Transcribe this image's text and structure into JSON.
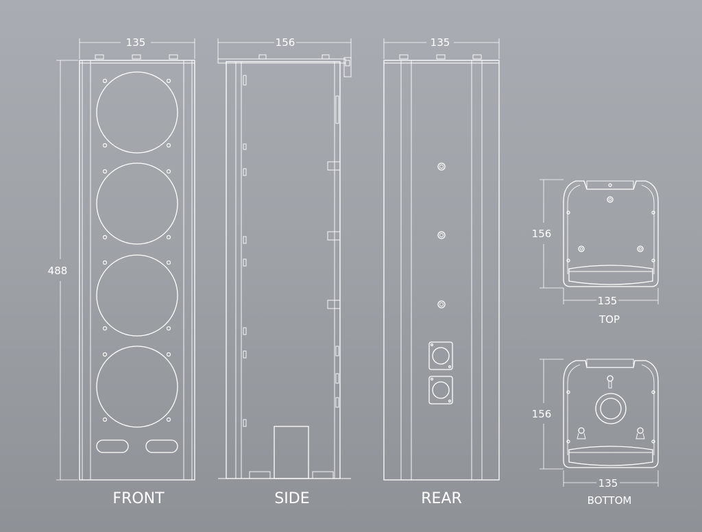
{
  "views": {
    "front": {
      "label": "FRONT",
      "width": "135",
      "height": "488"
    },
    "side": {
      "label": "SIDE",
      "width": "156"
    },
    "rear": {
      "label": "REAR",
      "width": "135"
    },
    "top": {
      "label": "TOP",
      "width": "135",
      "depth": "156"
    },
    "bottom": {
      "label": "BOTTOM",
      "width": "135",
      "depth": "156"
    }
  },
  "colors": {
    "line": "#ffffff",
    "background": "#a4a8ad"
  }
}
